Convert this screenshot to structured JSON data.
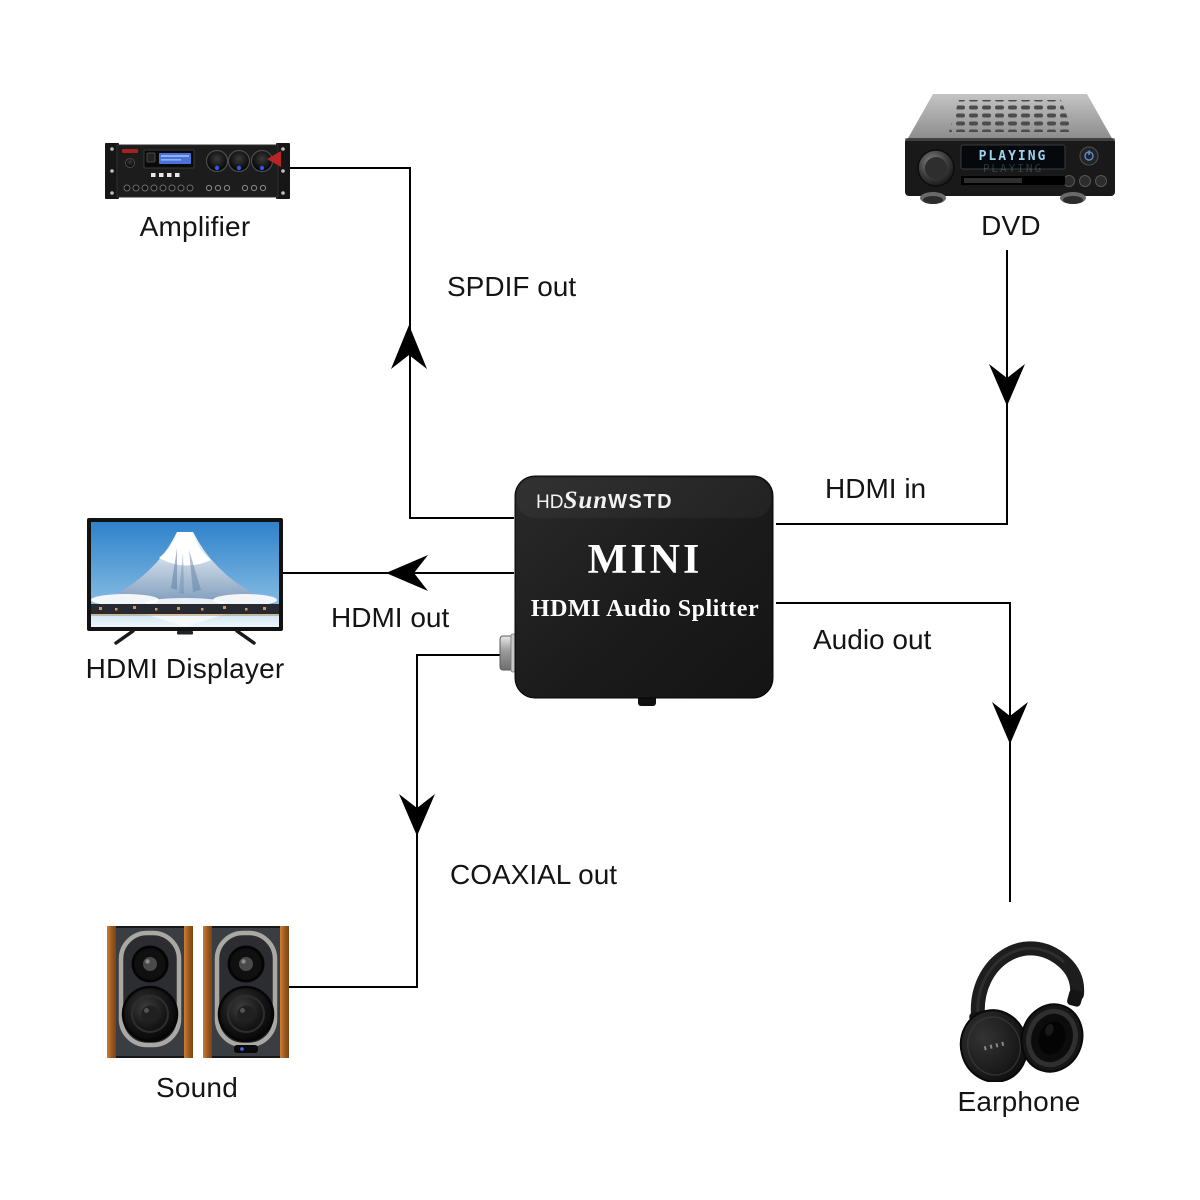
{
  "device_labels": {
    "amplifier": "Amplifier",
    "dvd": "DVD",
    "hdmi_displayer": "HDMI Displayer",
    "sound": "Sound",
    "earphone": "Earphone"
  },
  "connection_labels": {
    "spdif_out": "SPDIF out",
    "hdmi_in": "HDMI in",
    "hdmi_out": "HDMI out",
    "audio_out": "Audio out",
    "coaxial_out": "COAXIAL out"
  },
  "splitter": {
    "brand_hd": "HD",
    "brand_sun": "Sun",
    "brand_rest": "WSTD",
    "product_title": "MINI",
    "product_subtitle": "HDMI Audio Splitter"
  },
  "dvd_display_text": "PLAYING",
  "colors": {
    "line": "#000000",
    "label_text": "#141414",
    "splitter_body": "#1d1d1d",
    "splitter_text": "#ffffff",
    "dvd_lcd_text": "#9fd2ee",
    "amp_lcd": "#4a72d8",
    "speaker_wood": "#b26a2a",
    "sky_blue": "#3287cf"
  }
}
